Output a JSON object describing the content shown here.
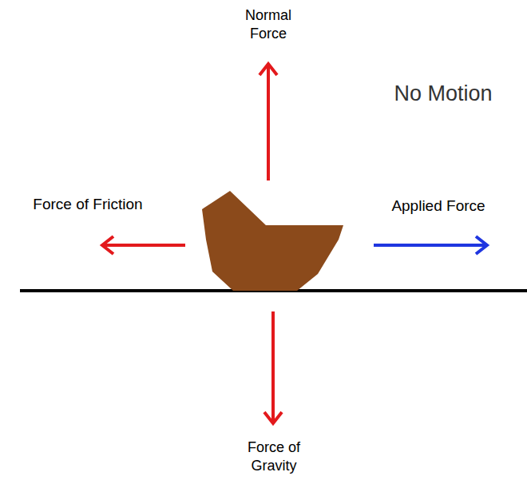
{
  "diagram": {
    "labels": [
      "Normal Force",
      "No Motion",
      "Force of Friction",
      "Applied Force",
      "Force of Gravity"
    ]
  }
}
